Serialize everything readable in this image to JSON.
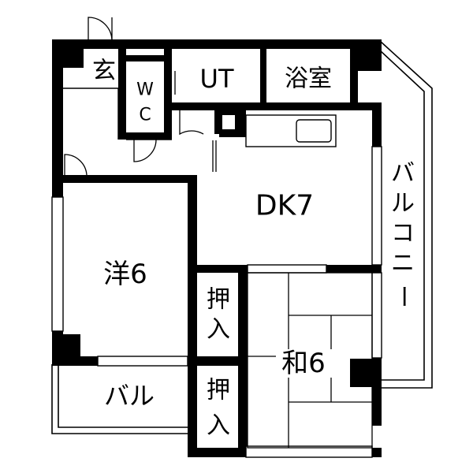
{
  "rooms": {
    "entrance": "玄",
    "wc_top": "W",
    "wc_bottom": "C",
    "utility": "UT",
    "bath": "浴室",
    "dining_kitchen": "DK7",
    "western_room": "洋6",
    "closet_1_top": "押",
    "closet_1_bottom": "入",
    "closet_2_top": "押",
    "closet_2_bottom": "入",
    "japanese_room": "和6",
    "small_balcony": "バル",
    "balcony_chars": [
      "バ",
      "ル",
      "コ",
      "ニ",
      "ー"
    ]
  },
  "colors": {
    "wall": "#000000",
    "background": "#ffffff"
  }
}
